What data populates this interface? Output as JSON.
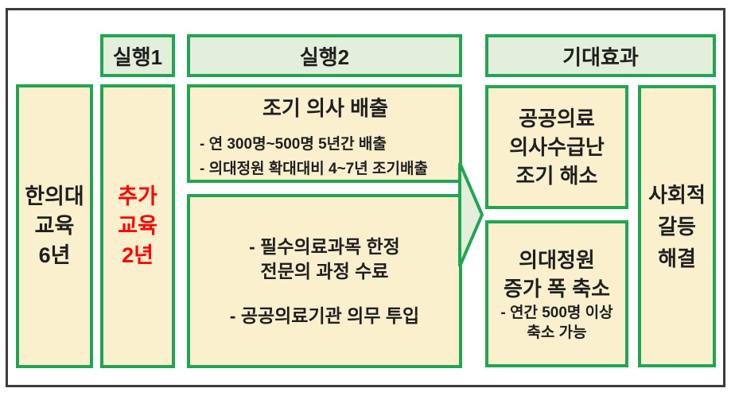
{
  "colors": {
    "green_border": "#22A553",
    "header_fill": "#E3EFDB",
    "box_fill": "#FBF0CE",
    "text": "#1F1F1F",
    "red_text": "#FF0000",
    "outer_frame": "#3C3C3C"
  },
  "headers": {
    "exec1": "실행1",
    "exec2": "실행2",
    "effect": "기대효과"
  },
  "col_left": {
    "lines": [
      "한의대",
      "교육",
      "6년"
    ]
  },
  "col_exec1": {
    "lines": [
      "추가",
      "교육",
      "2년"
    ]
  },
  "exec2_top": {
    "title": "조기 의사 배출",
    "bullets": [
      "- 연 300명~500명 5년간 배출",
      "- 의대정원 확대대비 4~7년 조기배출"
    ]
  },
  "exec2_bottom": {
    "line1": "- 필수의료과목 한정",
    "line2": "전문의 과정 수료",
    "line3": "- 공공의료기관 의무 투입"
  },
  "effect_top": {
    "lines": [
      "공공의료",
      "의사수급난",
      "조기 해소"
    ]
  },
  "effect_bottom": {
    "title_lines": [
      "의대정원",
      "증가 폭 축소"
    ],
    "bullet_lines": [
      "- 연간 500명 이상",
      "축소 가능"
    ]
  },
  "col_right": {
    "lines": [
      "사회적",
      "갈등",
      "해결"
    ]
  }
}
